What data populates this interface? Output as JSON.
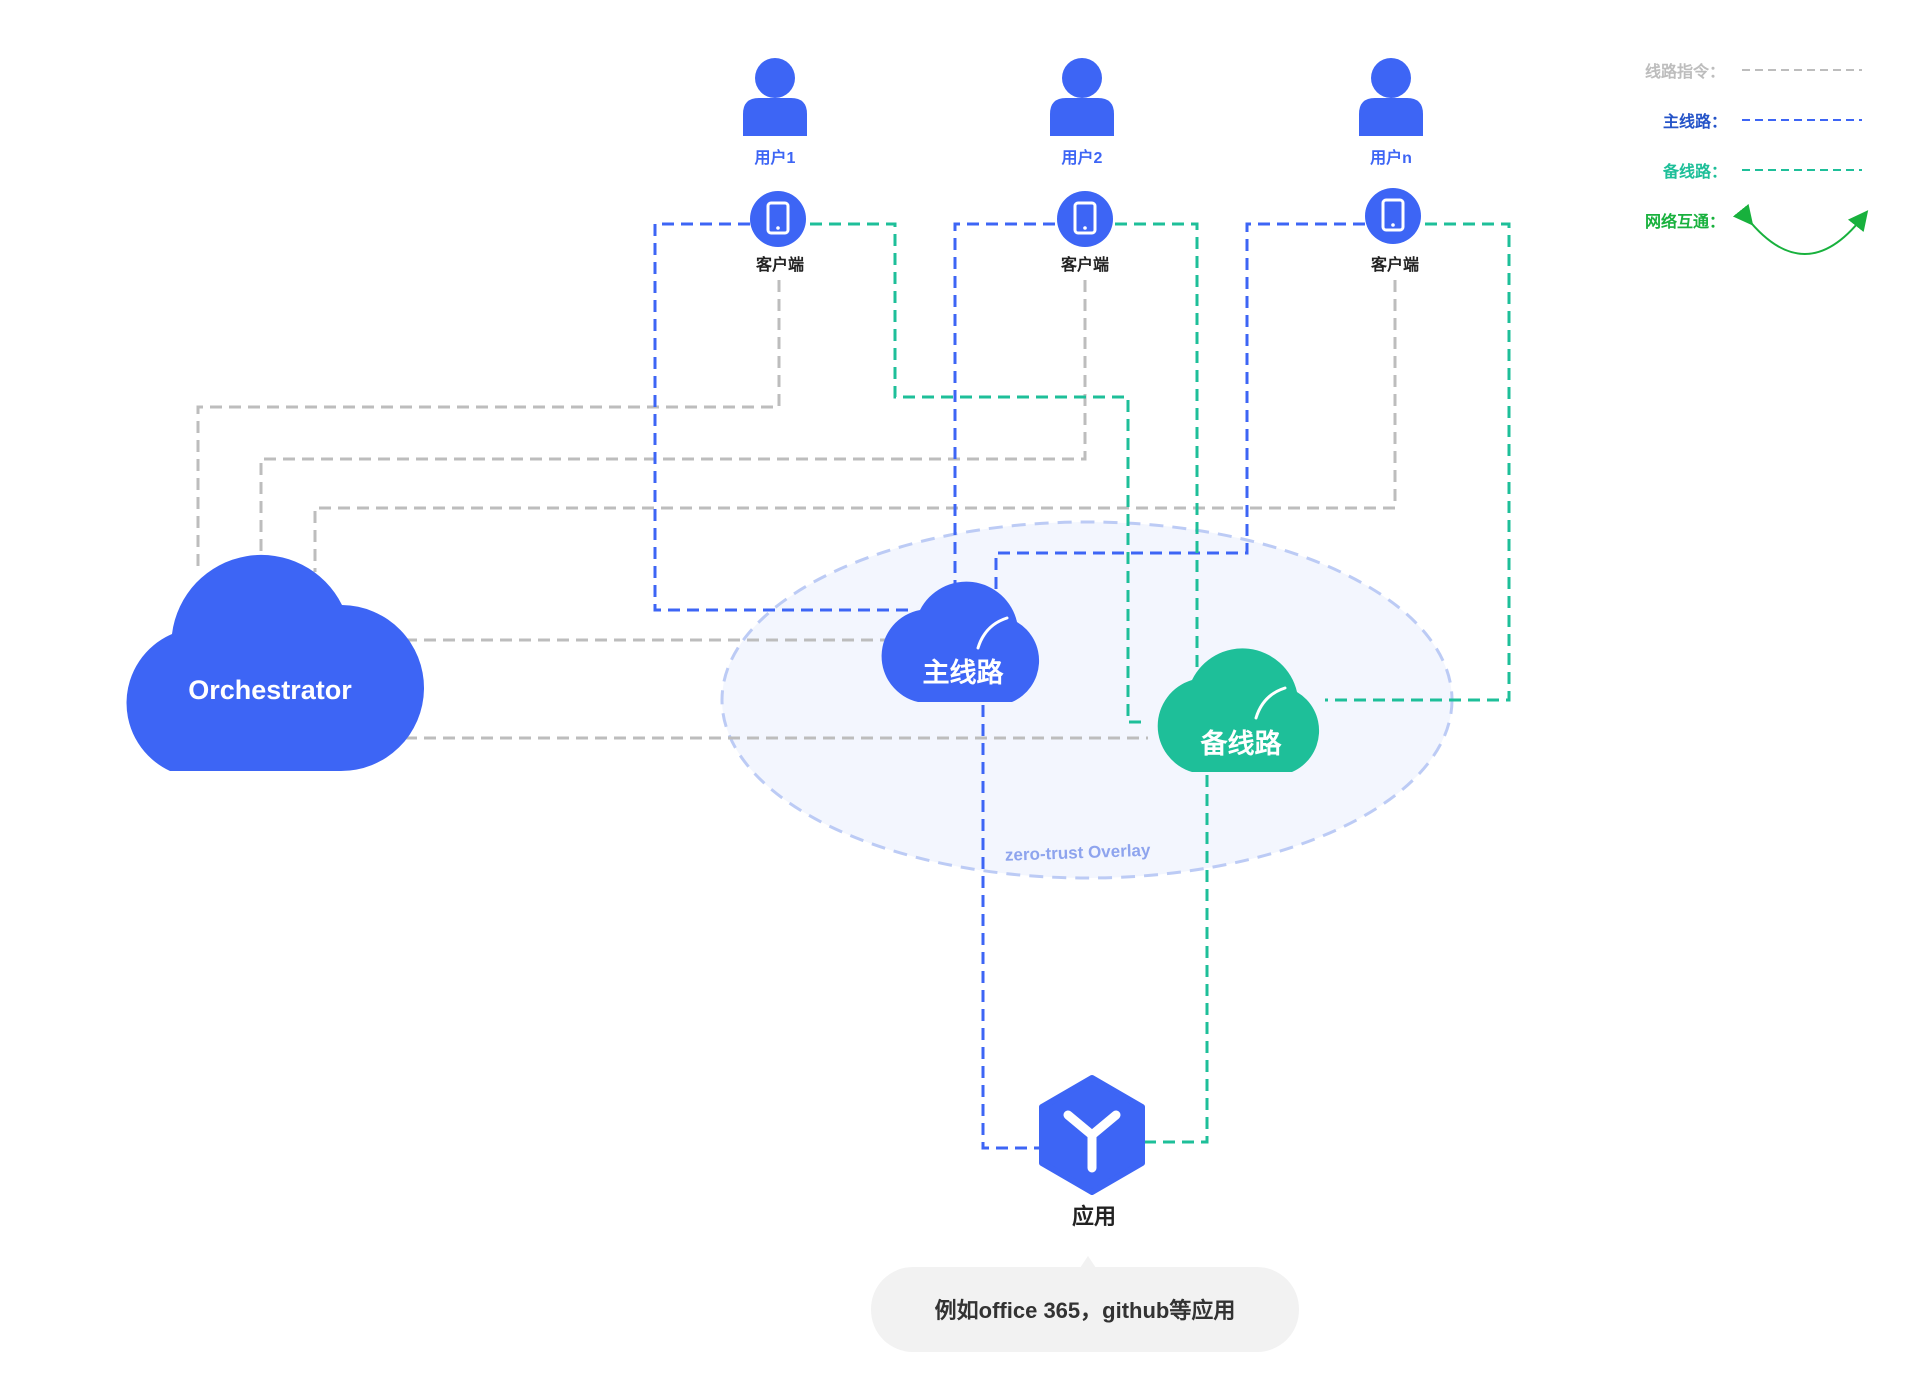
{
  "legend": {
    "command_label": "线路指令：",
    "primary_label": "主线路：",
    "backup_label": "备线路：",
    "interconnect_label": "网络互通："
  },
  "users": [
    {
      "name": "用户1",
      "client_label": "客户端"
    },
    {
      "name": "用户2",
      "client_label": "客户端"
    },
    {
      "name": "用户n",
      "client_label": "客户端"
    }
  ],
  "orchestrator": {
    "label": "Orchestrator"
  },
  "primary_node": {
    "label": "主线路"
  },
  "backup_node": {
    "label": "备线路"
  },
  "overlay": {
    "label": "zero-trust Overlay"
  },
  "app": {
    "label": "应用"
  },
  "app_note": {
    "text": "例如office 365，github等应用"
  },
  "colors": {
    "primary_blue": "#3d65f5",
    "backup_green": "#1ebf99",
    "command_gray": "#bdbdbd",
    "overlay_fill": "#f3f6fe",
    "overlay_stroke": "#bccbf5",
    "interconnect_green": "#18b13d",
    "note_bg": "#f2f2f2"
  }
}
